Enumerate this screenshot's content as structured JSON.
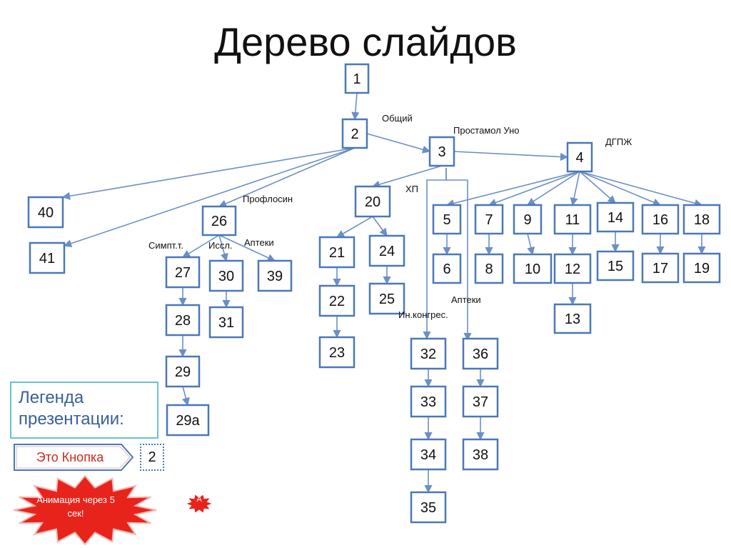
{
  "title": "Дерево слайдов",
  "nodes": [
    {
      "id": "n1",
      "label": "1"
    },
    {
      "id": "n2",
      "label": "2"
    },
    {
      "id": "n3",
      "label": "3"
    },
    {
      "id": "n4",
      "label": "4"
    },
    {
      "id": "n40",
      "label": "40"
    },
    {
      "id": "n41",
      "label": "41"
    },
    {
      "id": "n26",
      "label": "26"
    },
    {
      "id": "n27",
      "label": "27"
    },
    {
      "id": "n28",
      "label": "28"
    },
    {
      "id": "n29",
      "label": "29"
    },
    {
      "id": "n29a",
      "label": "29а"
    },
    {
      "id": "n30",
      "label": "30"
    },
    {
      "id": "n31",
      "label": "31"
    },
    {
      "id": "n39",
      "label": "39"
    },
    {
      "id": "n20",
      "label": "20"
    },
    {
      "id": "n21",
      "label": "21"
    },
    {
      "id": "n22",
      "label": "22"
    },
    {
      "id": "n23",
      "label": "23"
    },
    {
      "id": "n24",
      "label": "24"
    },
    {
      "id": "n25",
      "label": "25"
    },
    {
      "id": "n32",
      "label": "32"
    },
    {
      "id": "n33",
      "label": "33"
    },
    {
      "id": "n34",
      "label": "34"
    },
    {
      "id": "n35",
      "label": "35"
    },
    {
      "id": "n36",
      "label": "36"
    },
    {
      "id": "n37",
      "label": "37"
    },
    {
      "id": "n38",
      "label": "38"
    },
    {
      "id": "n5",
      "label": "5"
    },
    {
      "id": "n6",
      "label": "6"
    },
    {
      "id": "n7",
      "label": "7"
    },
    {
      "id": "n8",
      "label": "8"
    },
    {
      "id": "n9",
      "label": "9"
    },
    {
      "id": "n10",
      "label": "10"
    },
    {
      "id": "n11",
      "label": "11"
    },
    {
      "id": "n12",
      "label": "12"
    },
    {
      "id": "n13",
      "label": "13"
    },
    {
      "id": "n14",
      "label": "14"
    },
    {
      "id": "n15",
      "label": "15"
    },
    {
      "id": "n16",
      "label": "16"
    },
    {
      "id": "n17",
      "label": "17"
    },
    {
      "id": "n18",
      "label": "18"
    },
    {
      "id": "n19",
      "label": "19"
    }
  ],
  "edges": [
    [
      "n1",
      "n2"
    ],
    [
      "n2",
      "n3"
    ],
    [
      "n3",
      "n4"
    ],
    [
      "n2",
      "n40"
    ],
    [
      "n2",
      "n41"
    ],
    [
      "n2",
      "n26"
    ],
    [
      "n26",
      "n27"
    ],
    [
      "n26",
      "n30"
    ],
    [
      "n26",
      "n39"
    ],
    [
      "n27",
      "n28"
    ],
    [
      "n28",
      "n29"
    ],
    [
      "n29",
      "n29a"
    ],
    [
      "n30",
      "n31"
    ],
    [
      "n3",
      "n20"
    ],
    [
      "n20",
      "n21"
    ],
    [
      "n20",
      "n24"
    ],
    [
      "n21",
      "n22"
    ],
    [
      "n22",
      "n23"
    ],
    [
      "n24",
      "n25"
    ],
    [
      "n32",
      "n33"
    ],
    [
      "n33",
      "n34"
    ],
    [
      "n34",
      "n35"
    ],
    [
      "n36",
      "n37"
    ],
    [
      "n37",
      "n38"
    ],
    [
      "n4",
      "n5"
    ],
    [
      "n4",
      "n7"
    ],
    [
      "n4",
      "n9"
    ],
    [
      "n4",
      "n11"
    ],
    [
      "n4",
      "n14"
    ],
    [
      "n4",
      "n16"
    ],
    [
      "n4",
      "n18"
    ],
    [
      "n5",
      "n6"
    ],
    [
      "n7",
      "n8"
    ],
    [
      "n9",
      "n10"
    ],
    [
      "n11",
      "n12"
    ],
    [
      "n12",
      "n13"
    ],
    [
      "n14",
      "n15"
    ],
    [
      "n16",
      "n17"
    ],
    [
      "n18",
      "n19"
    ]
  ],
  "branch_labels": [
    {
      "id": "l-obshchiy",
      "text": "Общий"
    },
    {
      "id": "l-prostamol",
      "text": "Простамол Уно"
    },
    {
      "id": "l-dgpzh",
      "text": "ДГПЖ"
    },
    {
      "id": "l-proflosin",
      "text": "Профлосин"
    },
    {
      "id": "l-simpt",
      "text": "Симпт.т."
    },
    {
      "id": "l-issl",
      "text": "Иссл."
    },
    {
      "id": "l-apteki1",
      "text": "Аптеки"
    },
    {
      "id": "l-khp",
      "text": "ХП"
    },
    {
      "id": "l-apteki2",
      "text": "Аптеки"
    },
    {
      "id": "l-inkongres",
      "text": "Ин.конгрес."
    }
  ],
  "legend": {
    "title": "Легенда презентации:",
    "button_label": "Это Кнопка",
    "slide_ref": "2",
    "animation_label": "Анимация через 5 сек!",
    "animation_badge": "A"
  },
  "colors": {
    "node_border": "#4a78b8",
    "edge": "#6b8fc6",
    "legend_border": "#68c3cf",
    "legend_text": "#3a5f9a",
    "button_fill": "#e83a2c",
    "burst_fill": "#e8231c"
  }
}
